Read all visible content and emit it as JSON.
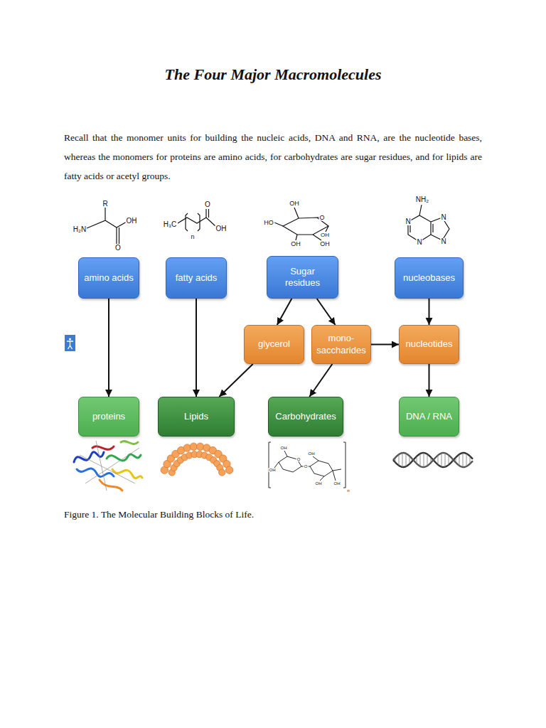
{
  "diagram": {
    "title": "The Four Major Macromolecules",
    "caption": "Figure 1. The Molecular Building Blocks of Life.",
    "nodes": [
      {
        "text": [
          "amino acids"
        ]
      },
      {
        "text": [
          "fatty acids"
        ]
      },
      {
        "text": [
          "Sugar residues"
        ]
      },
      {
        "text": [
          "nucleobases"
        ]
      },
      {
        "text": [
          "glycerol"
        ]
      },
      {
        "text": [
          "mono-saccharides"
        ]
      },
      {
        "text": [
          "nucleotides"
        ]
      },
      {
        "text": [
          "proteins"
        ]
      },
      {
        "text": [
          "Lipids"
        ]
      },
      {
        "text": [
          "Carbohydrates"
        ]
      },
      {
        "text": [
          "DNA / RNA"
        ]
      }
    ],
    "edges": [
      {
        "from": 0,
        "to": 7,
        "arrow": "to"
      },
      {
        "from": 1,
        "to": 8,
        "arrow": "to"
      },
      {
        "from": 2,
        "to": 4,
        "arrow": "to"
      },
      {
        "from": 2,
        "to": 5,
        "arrow": "to"
      },
      {
        "from": 3,
        "to": 6,
        "arrow": "to"
      },
      {
        "from": 4,
        "to": 8,
        "arrow": "to"
      },
      {
        "from": 5,
        "to": 6,
        "arrow": "to"
      },
      {
        "from": 5,
        "to": 9,
        "arrow": "to"
      },
      {
        "from": 6,
        "to": 10,
        "arrow": "to"
      }
    ],
    "labels": [
      "Recall that the monomer units for building the nucleic acids, DNA and RNA, are the nucleotide bases, whereas the monomers for proteins are amino acids, for carbohydrates are sugar residues, and for lipids are fatty acids or acetyl groups.",
      "R",
      "H₂N",
      "OH",
      "O",
      "H₃C",
      "n",
      "O",
      "OH",
      "OH",
      "HO",
      "O",
      "OH",
      "OH",
      "OH",
      "NH₂",
      "N",
      "N",
      "N",
      "N",
      "OH",
      "OH",
      "O",
      "OH",
      "O",
      "OH",
      "OH",
      "n"
    ]
  }
}
